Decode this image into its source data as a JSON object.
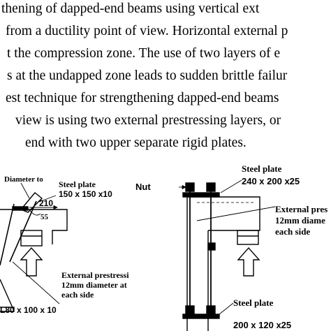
{
  "paragraph": {
    "lines": [
      "thening of dapped-end beams using vertical ext",
      "from a ductility point of view. Horizontal external p",
      "t the compression zone. The use of two layers of e",
      "s at the undapped zone leads to sudden brittle failur",
      "est technique for strengthening dapped-end beams",
      "view is using two external prestressing layers, or",
      "end with two upper separate rigid plates."
    ]
  },
  "figure_left": {
    "diameter_label": "Diameter to",
    "plate_label_line1": "Steel plate",
    "plate_label_line2": "150 x 150 x10",
    "dimension": "210",
    "angle": "55",
    "prestress_line1": "External prestressi",
    "prestress_line2": "12mm diameter at",
    "prestress_line3": "each side",
    "angle_label": "L80 x 100 x 10"
  },
  "figure_right": {
    "nut_label": "Nut",
    "top_plate_line1": "Steel plate",
    "top_plate_line2": "240 x 200 x25",
    "prestress_line1": "External pres",
    "prestress_line2": "12mm diame",
    "prestress_line3": "each side",
    "bottom_plate_line1": "Steel plate",
    "bottom_plate_line2": "200 x 120 x25"
  }
}
